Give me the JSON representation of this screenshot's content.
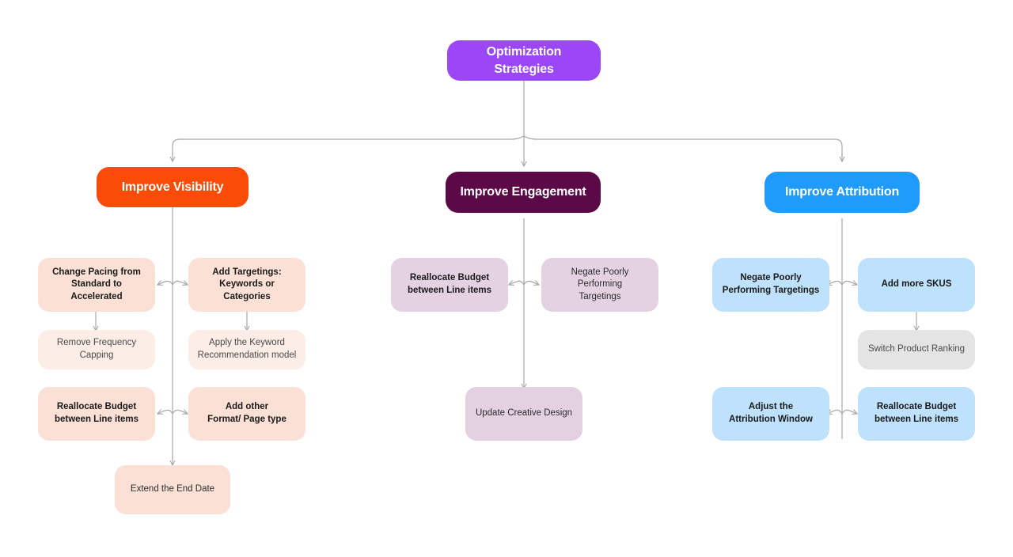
{
  "diagram": {
    "title": "Optimization Strategies",
    "background": "#ffffff",
    "edge_color": "#A8A8A8",
    "root": {
      "label": "Optimization Strategies",
      "color": "#9B47F5",
      "text_color": "#ffffff"
    },
    "branches": [
      {
        "id": "visibility",
        "label": "Improve Visibility",
        "color": "#FA4B09",
        "leaf_color": "#FBE0D6",
        "sub_color": "#FCEDE6",
        "nodes": [
          {
            "label": "Change Pacing from\nStandard to Accelerated",
            "side": "left",
            "row": 1,
            "style": "primary"
          },
          {
            "label": "Add Targetings:\nKeywords or Categories",
            "side": "right",
            "row": 1,
            "style": "primary"
          },
          {
            "label": "Remove Frequency Capping",
            "side": "left",
            "row": 2,
            "style": "secondary"
          },
          {
            "label": "Apply the Keyword\nRecommendation model",
            "side": "right",
            "row": 2,
            "style": "secondary"
          },
          {
            "label": "Reallocate Budget\nbetween Line items",
            "side": "left",
            "row": 3,
            "style": "primary"
          },
          {
            "label": "Add other\nFormat/ Page type",
            "side": "right",
            "row": 3,
            "style": "primary"
          },
          {
            "label": "Extend the End Date",
            "side": "center",
            "row": 4,
            "style": "primary"
          }
        ]
      },
      {
        "id": "engagement",
        "label": "Improve Engagement",
        "color": "#5C0A47",
        "leaf_color": "#E4D2E2",
        "sub_color": "#E3D1E1",
        "nodes": [
          {
            "label": "Reallocate Budget\nbetween Line items",
            "side": "left",
            "row": 1,
            "style": "primary"
          },
          {
            "label": "Negate Poorly Performing\nTargetings",
            "side": "right",
            "row": 1,
            "style": "primary"
          },
          {
            "label": "Update Creative Design",
            "side": "center",
            "row": 3,
            "style": "secondary"
          }
        ]
      },
      {
        "id": "attribution",
        "label": "Improve Attribution",
        "color": "#1F9CFB",
        "leaf_color": "#BEE1FC",
        "sub_color": "#E4E4E4",
        "nodes": [
          {
            "label": "Negate Poorly\nPerforming Targetings",
            "side": "left",
            "row": 1,
            "style": "primary"
          },
          {
            "label": "Add more SKUS",
            "side": "right",
            "row": 1,
            "style": "primary"
          },
          {
            "label": "Switch Product Ranking",
            "side": "right",
            "row": 2,
            "style": "secondary"
          },
          {
            "label": "Adjust the\nAttribution Window",
            "side": "left",
            "row": 3,
            "style": "primary"
          },
          {
            "label": "Reallocate Budget\nbetween Line items",
            "side": "right",
            "row": 3,
            "style": "primary"
          }
        ]
      }
    ]
  }
}
